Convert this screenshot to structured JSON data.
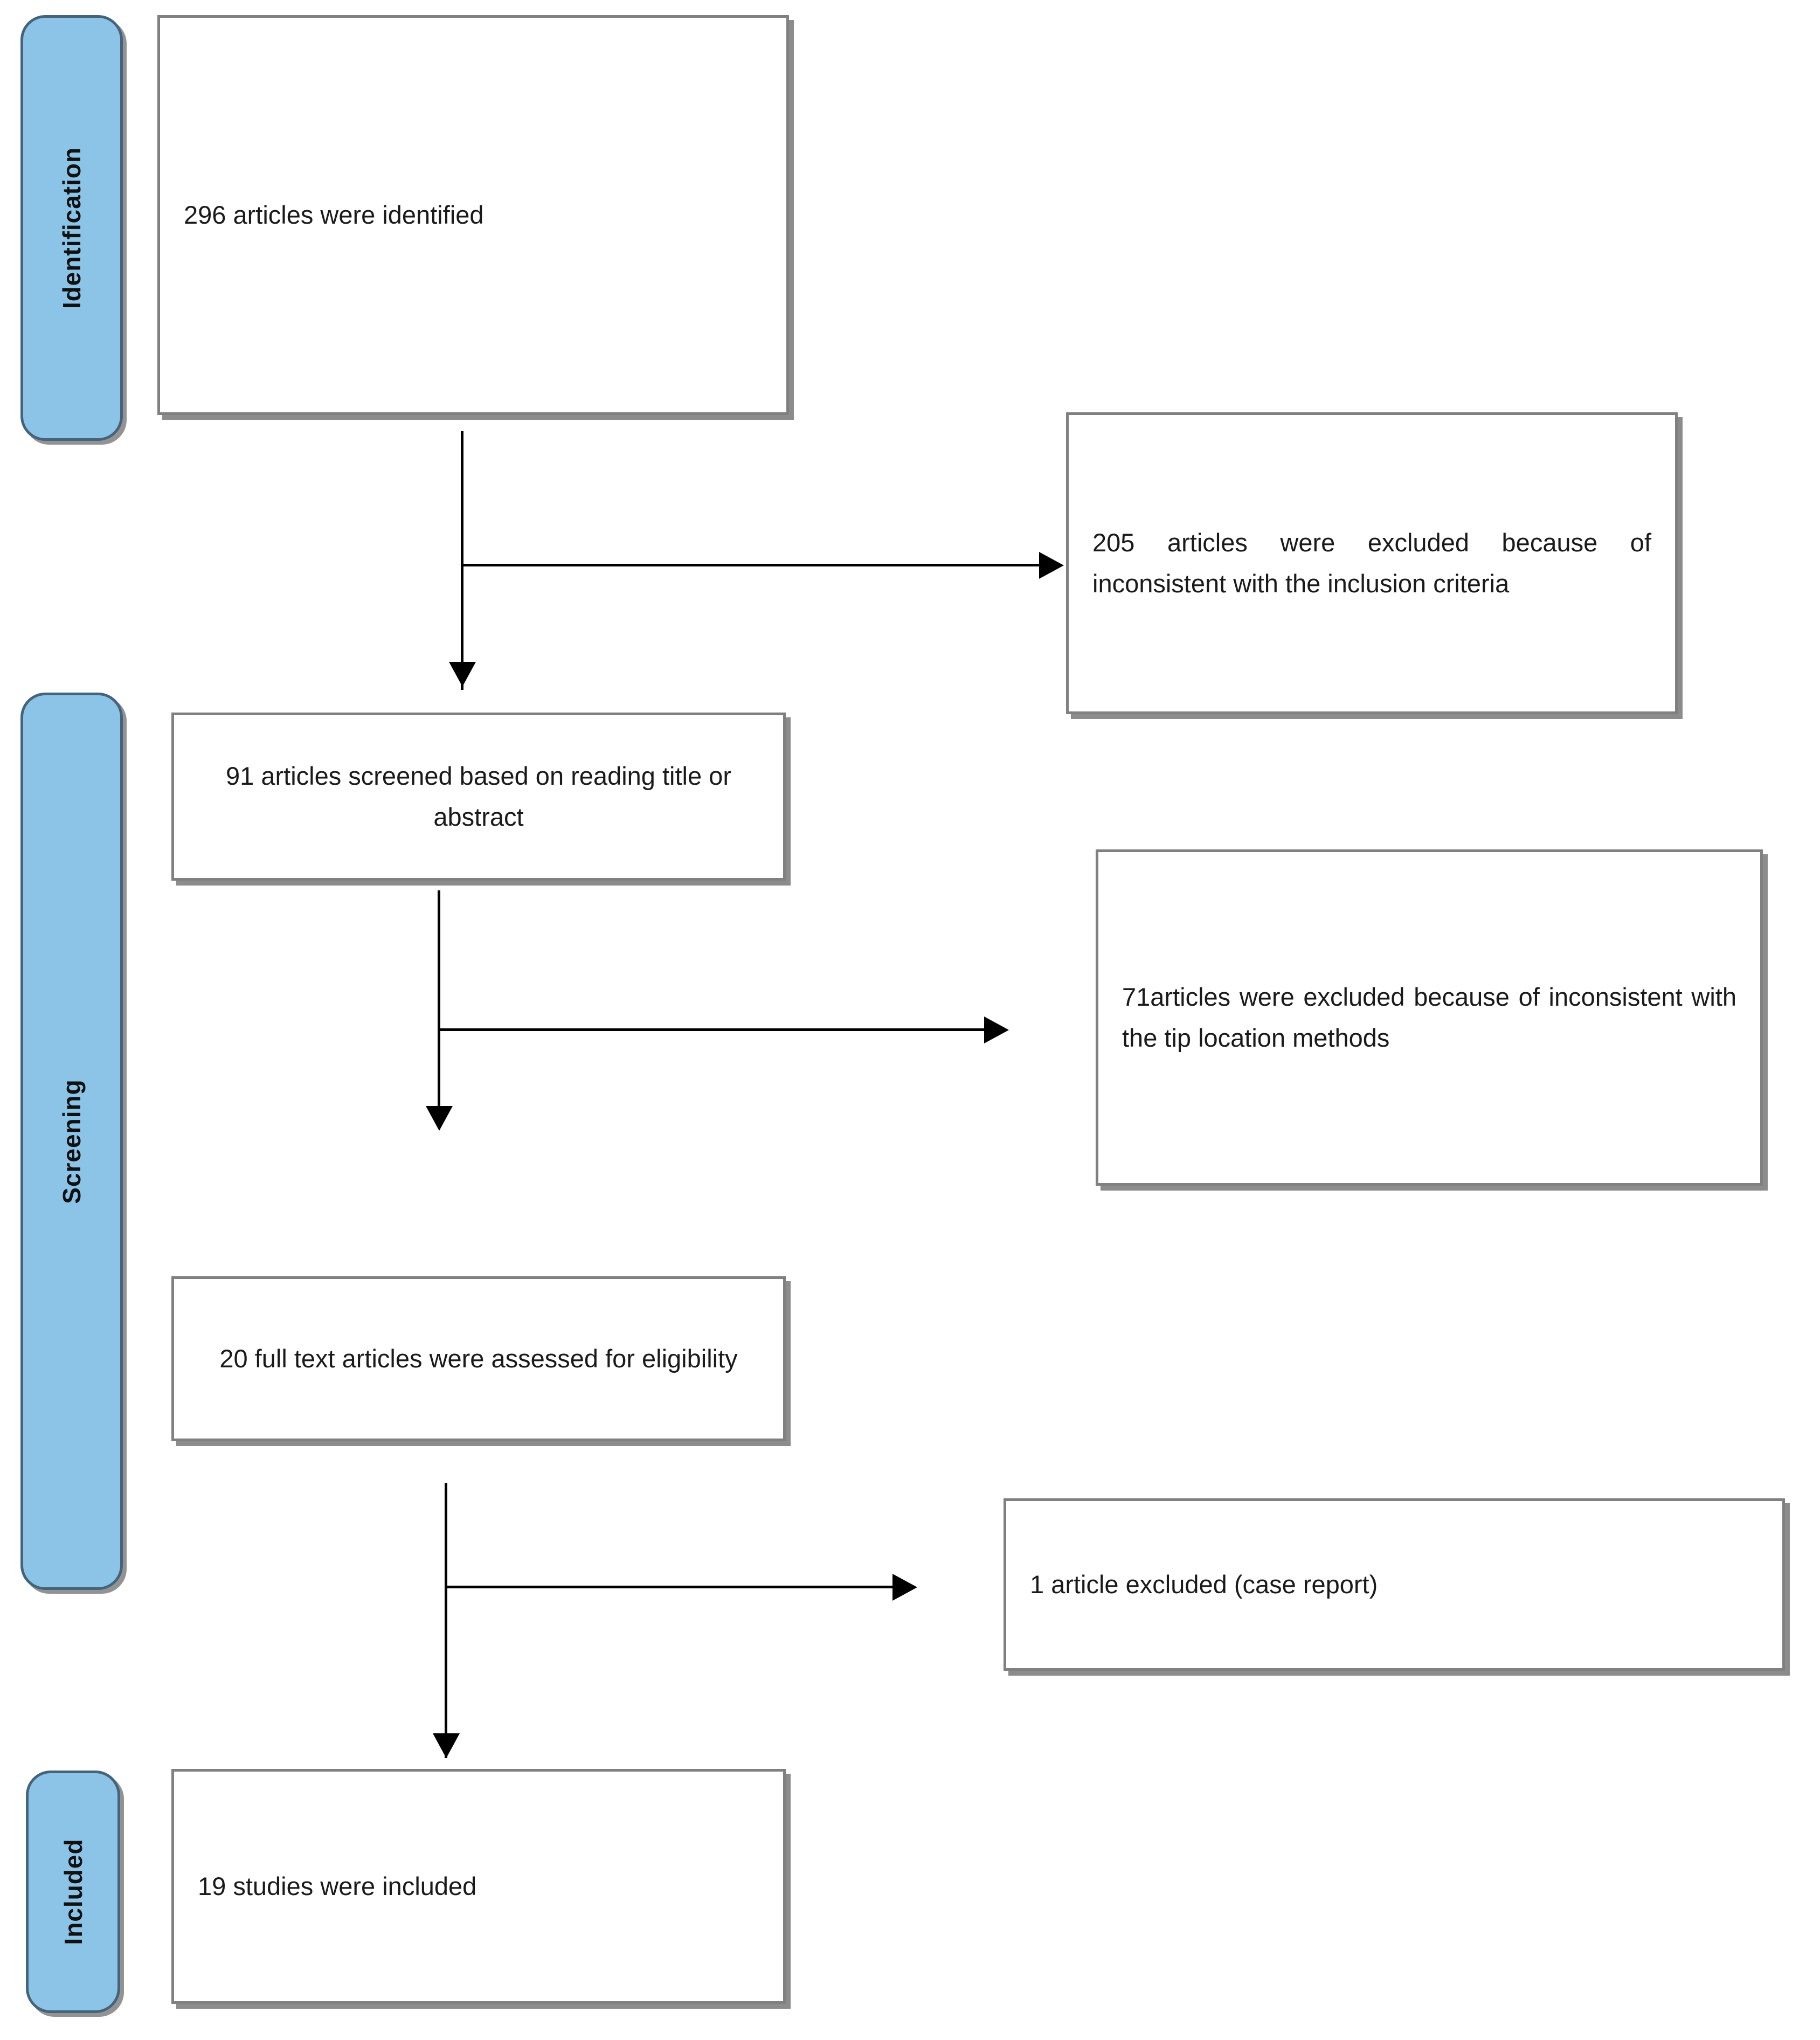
{
  "diagram": {
    "type": "prisma-flow-diagram",
    "accent_color": "#8CC4E8",
    "accent_border_color": "#45637A",
    "box_border_color": "#808080",
    "connector_color": "#000000",
    "stages": [
      {
        "id": "identification",
        "label": "Identification"
      },
      {
        "id": "screening",
        "label": "Screening"
      },
      {
        "id": "included",
        "label": "Included"
      }
    ],
    "boxes": [
      {
        "id": "identified",
        "text": "296 articles were identified"
      },
      {
        "id": "excluded-inclusion-criteria",
        "text": "205 articles were excluded because of inconsistent with the inclusion criteria"
      },
      {
        "id": "screened-title-abstract",
        "text": "91 articles screened based    on reading title or abstract"
      },
      {
        "id": "excluded-tip-location",
        "text": "71articles were excluded because of inconsistent with the tip location methods"
      },
      {
        "id": "full-text-assessed",
        "text": "20 full text articles were assessed for eligibility"
      },
      {
        "id": "excluded-case-report",
        "text": "1 article excluded (case report)"
      },
      {
        "id": "studies-included",
        "text": "19 studies were included"
      }
    ],
    "counts": {
      "identified": 296,
      "excluded_inclusion_criteria": 205,
      "screened": 91,
      "excluded_tip_location": 71,
      "full_text_assessed": 20,
      "excluded_case_report": 1,
      "included": 19
    }
  }
}
